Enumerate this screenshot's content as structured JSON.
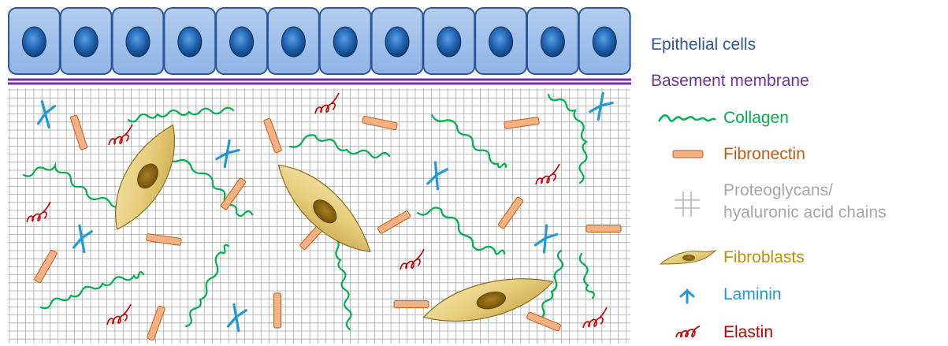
{
  "legend": {
    "epithelial": {
      "label": "Epithelial cells",
      "color": "#2f5597"
    },
    "basement": {
      "label": "Basement membrane",
      "color": "#7030a0"
    },
    "collagen": {
      "label": "Collagen",
      "color": "#00b050",
      "icon": "collagen-fiber-icon"
    },
    "fibronectin": {
      "label": "Fibronectin",
      "color": "#c55a11",
      "icon": "fibronectin-rod-icon"
    },
    "proteoglycans": {
      "label_line1": "Proteoglycans/",
      "label_line2": "hyaluronic acid chains",
      "color": "#a6a6a6",
      "icon": "mesh-grid-icon"
    },
    "fibroblasts": {
      "label": "Fibroblasts",
      "color": "#bf9000",
      "icon": "fibroblast-cell-icon"
    },
    "laminin": {
      "label": "Laminin",
      "color": "#1f9ad6",
      "icon": "laminin-cross-icon"
    },
    "elastin": {
      "label": "Elastin",
      "color": "#c00000",
      "icon": "elastin-coil-icon"
    }
  }
}
